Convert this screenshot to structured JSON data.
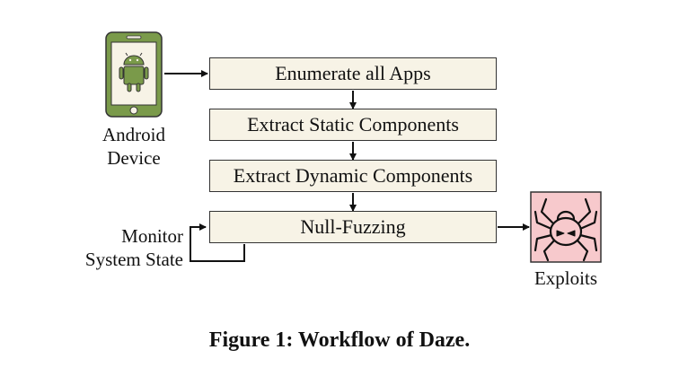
{
  "device": {
    "label_line1": "Android",
    "label_line2": "Device",
    "phone_color": "#7a9a4a",
    "android_color": "#7a9a4a",
    "icon": "android-phone-icon"
  },
  "steps": [
    {
      "label": "Enumerate all Apps"
    },
    {
      "label": "Extract Static Components"
    },
    {
      "label": "Extract Dynamic Components"
    },
    {
      "label": "Null-Fuzzing"
    }
  ],
  "monitor": {
    "label_line1": "Monitor",
    "label_line2": "System State"
  },
  "exploits": {
    "label": "Exploits",
    "box_color": "#f7c9cc",
    "icon": "spider-icon"
  },
  "caption": "Figure 1: Workflow of Daze.",
  "colors": {
    "step_fill": "#f7f3e6",
    "stroke": "#333333"
  }
}
